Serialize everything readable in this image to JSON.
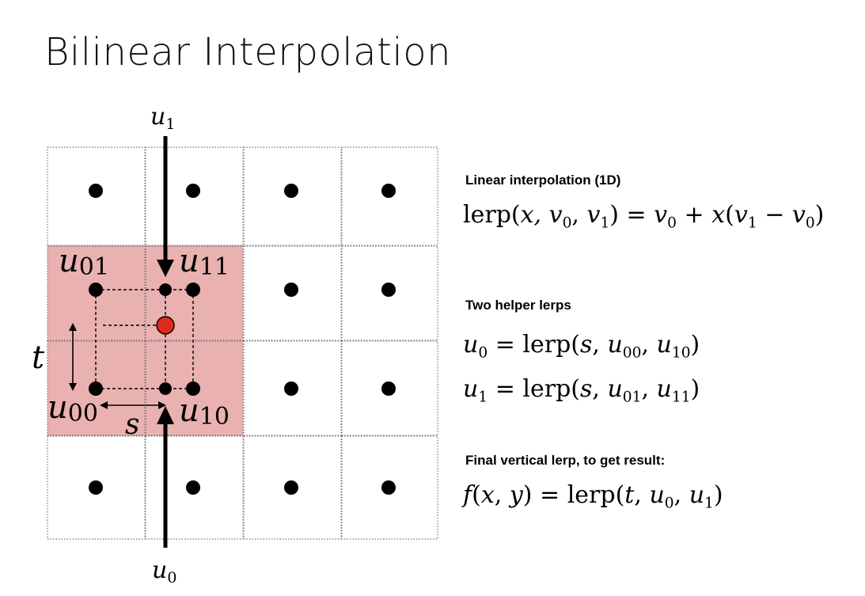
{
  "title": "Bilinear Interpolation",
  "diagram": {
    "colors": {
      "highlight": "#eab1b1",
      "grid_line": "#777777",
      "sample_point": "#000000",
      "query_point": "#e0291a",
      "arrow": "#000000"
    },
    "labels": {
      "u1_top": "u",
      "u1_top_sub": "1",
      "u0_bottom": "u",
      "u0_bottom_sub": "0",
      "u01": "u",
      "u01_sub": "01",
      "u11": "u",
      "u11_sub": "11",
      "u00": "u",
      "u00_sub": "00",
      "u10": "u",
      "u10_sub": "10",
      "t": "t",
      "s": "s"
    }
  },
  "sections": [
    {
      "heading": "Linear interpolation (1D)",
      "formula": {
        "lhs": "lerp(",
        "args": "x, v",
        "rhs": "v"
      }
    },
    {
      "heading": "Two helper lerps"
    },
    {
      "heading": "Final vertical lerp, to get result:"
    }
  ]
}
